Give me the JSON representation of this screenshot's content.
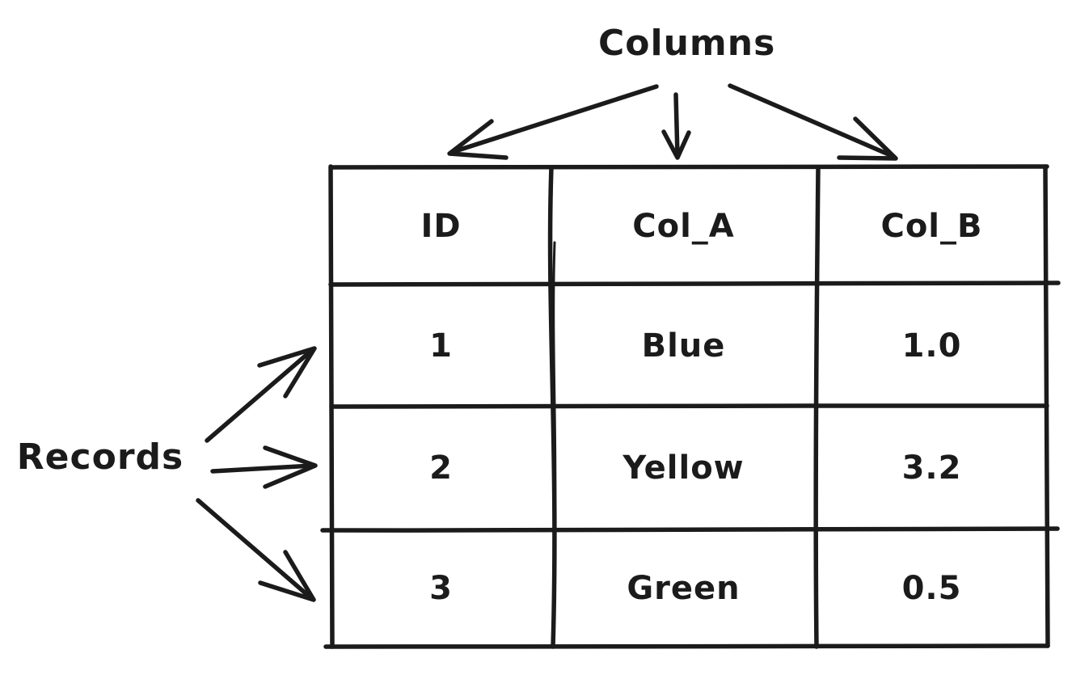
{
  "diagram": {
    "background_color": "#ffffff",
    "ink_color": "#1b1b1b",
    "annotations": {
      "columns_label": "Columns",
      "records_label": "Records"
    },
    "table": {
      "headers": [
        "ID",
        "Col_A",
        "Col_B"
      ],
      "rows": [
        [
          "1",
          "Blue",
          "1.0"
        ],
        [
          "2",
          "Yellow",
          "3.2"
        ],
        [
          "3",
          "Green",
          "0.5"
        ]
      ]
    },
    "arrows": {
      "from_columns_label": [
        "to-header-ID",
        "to-header-Col_A",
        "to-header-Col_B"
      ],
      "from_records_label": [
        "to-row-1",
        "to-row-2",
        "to-row-3"
      ]
    }
  }
}
